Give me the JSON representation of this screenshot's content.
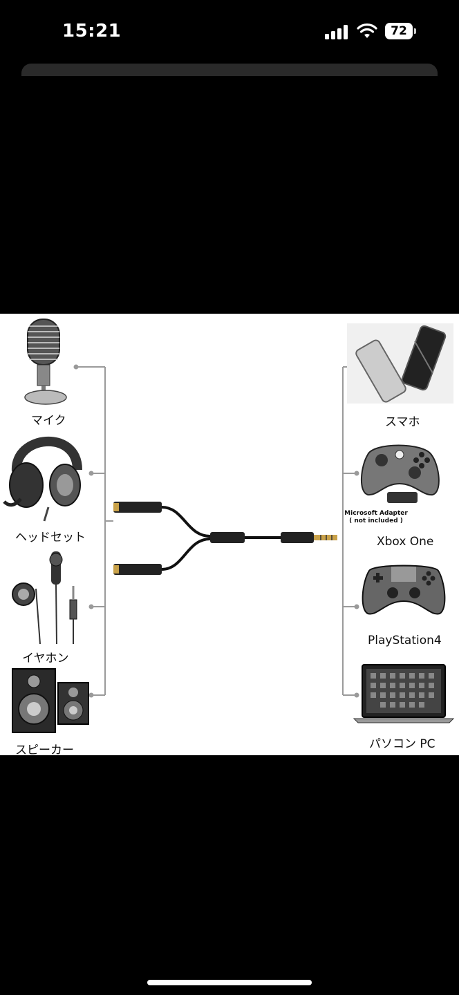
{
  "status_bar": {
    "time": "15:21",
    "battery_level": "72",
    "icons": [
      "cellular-signal-icon",
      "wifi-icon",
      "battery-icon"
    ]
  },
  "product_image": {
    "left_devices": [
      {
        "label": "マイク",
        "icon": "microphone-icon"
      },
      {
        "label": "ヘッドセット",
        "icon": "headset-icon"
      },
      {
        "label": "イヤホン",
        "icon": "earphones-icon"
      },
      {
        "label": "スピーカー",
        "icon": "speakers-icon"
      }
    ],
    "right_devices": [
      {
        "label": "スマホ",
        "icon": "smartphone-icon"
      },
      {
        "label": "Xbox One",
        "icon": "xbox-controller-icon"
      },
      {
        "label": "PlayStation4",
        "icon": "ps4-controller-icon"
      },
      {
        "label": "パソコン PC",
        "icon": "laptop-icon"
      }
    ],
    "adapter_note_line1": "Microsoft Adapter",
    "adapter_note_line2": "( not included )",
    "center_icon": "splitter-cable-icon",
    "colors": {
      "background": "#ffffff",
      "connector_line": "#9a9a9a",
      "cable": "#111111",
      "plug_gold": "#c9a24a"
    }
  }
}
